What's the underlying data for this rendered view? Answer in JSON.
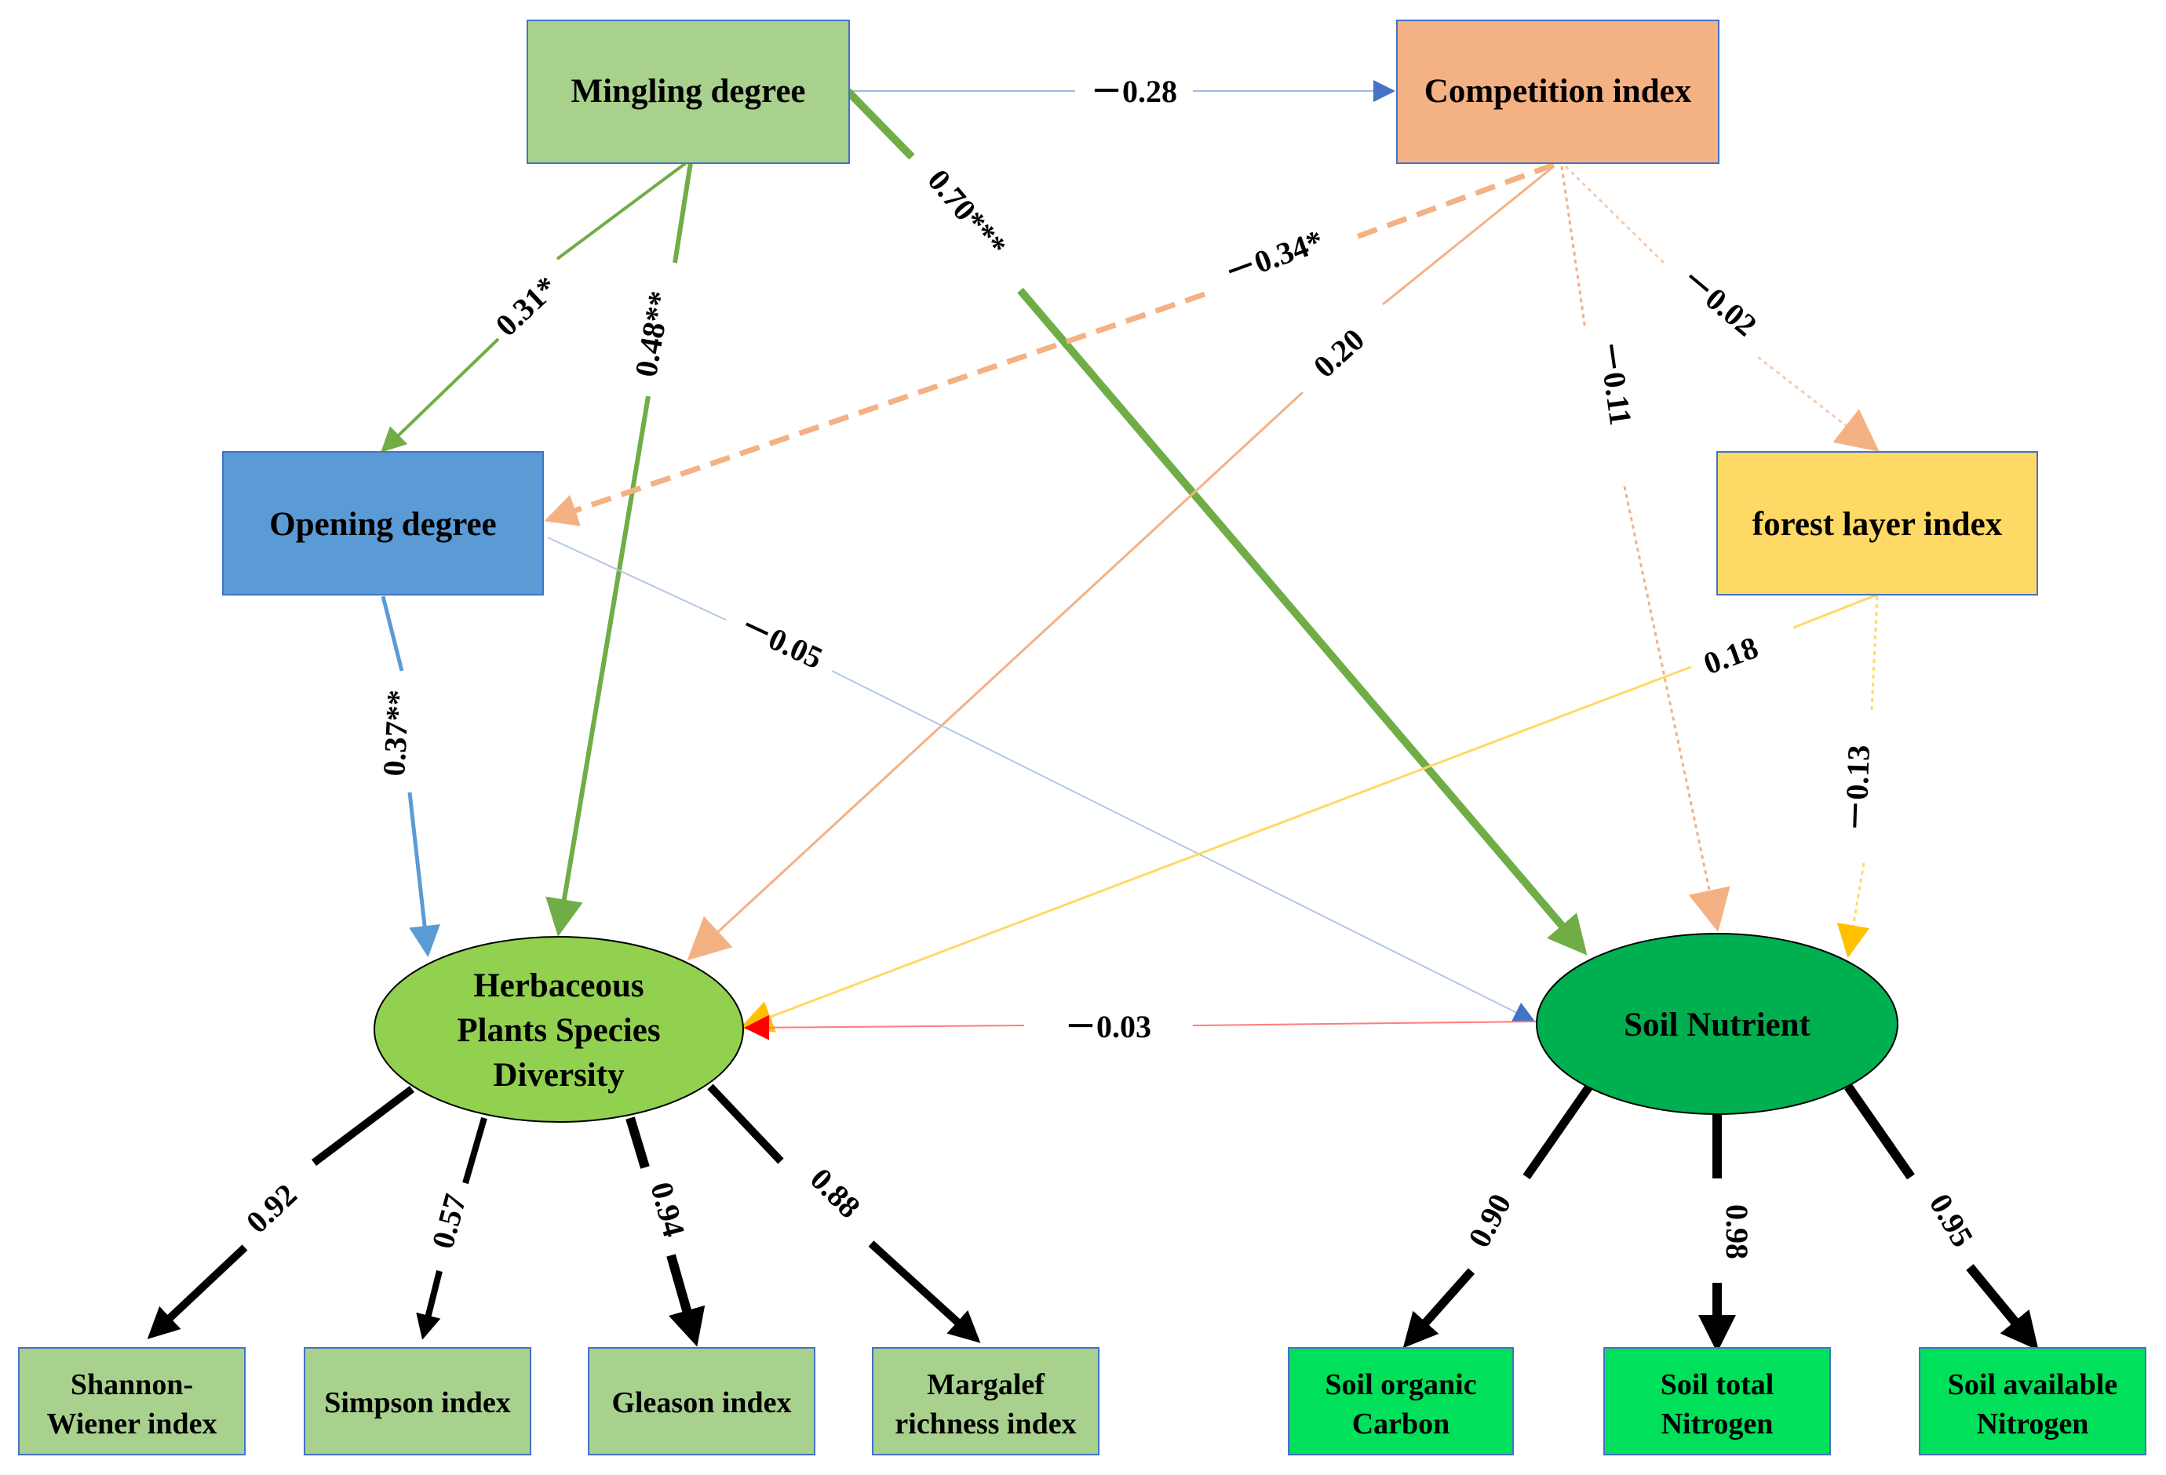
{
  "nodes": {
    "mingling": {
      "label": "Mingling degree",
      "color": "#a9d18e"
    },
    "competition": {
      "label": "Competition index",
      "color": "#f4b183"
    },
    "opening": {
      "label": "Opening degree",
      "color": "#5b9bd5"
    },
    "forest_layer": {
      "label": "forest layer index",
      "color": "#ffd966"
    },
    "herbaceous": {
      "lines": [
        "Herbaceous",
        "Plants Species",
        "Diversity"
      ],
      "color": "#92d050"
    },
    "soil": {
      "label": "Soil Nutrient",
      "color": "#00b050"
    },
    "shannon": {
      "lines": [
        "Shannon-",
        "Wiener index"
      ],
      "color": "#a9d18e"
    },
    "simpson": {
      "label": "Simpson index",
      "color": "#a9d18e"
    },
    "gleason": {
      "label": "Gleason index",
      "color": "#a9d18e"
    },
    "margalef": {
      "lines": [
        "Margalef",
        "richness index"
      ],
      "color": "#a9d18e"
    },
    "soc": {
      "lines": [
        "Soil organic",
        "Carbon"
      ],
      "color": "#00e05a"
    },
    "stn": {
      "lines": [
        "Soil total",
        "Nitrogen"
      ],
      "color": "#00e05a"
    },
    "san": {
      "lines": [
        "Soil available",
        "Nitrogen"
      ],
      "color": "#00e05a"
    }
  },
  "paths": {
    "mingling_competition": "－0.28",
    "mingling_opening": "0.31*",
    "mingling_herbaceous": "0.48**",
    "mingling_soil": "0.70***",
    "competition_opening": "－0.34*",
    "competition_herbaceous": "0.20",
    "competition_soil": "－0.11",
    "competition_forest": "－0.02",
    "opening_herbaceous": "0.37**",
    "opening_soil": "－0.05",
    "forest_herbaceous": "0.18",
    "forest_soil": "－0.13",
    "soil_herbaceous": "－0.03",
    "herb_shannon": "0.92",
    "herb_simpson": "0.57",
    "herb_gleason": "0.94",
    "herb_margalef": "0.88",
    "soil_soc": "0.90",
    "soil_stn": "0.98",
    "soil_san": "0.95"
  },
  "colors": {
    "green_path": "#70ad47",
    "orange_path": "#f4b183",
    "orange_dashed": "#f4b183",
    "blue_path": "#5b9bd5",
    "light_blue_path": "#a4bde8",
    "yellow_path": "#ffd966",
    "red_arrow": "#ff0000",
    "black_path": "#000000"
  }
}
